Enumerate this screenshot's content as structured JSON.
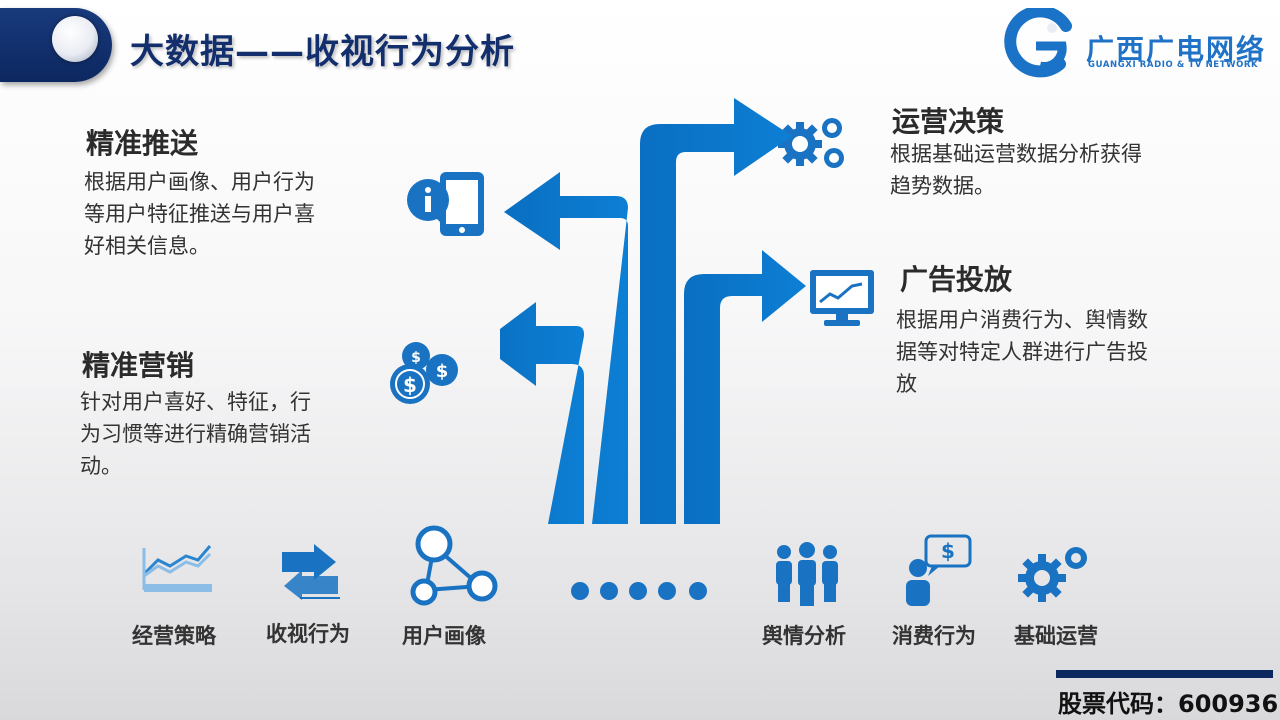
{
  "header": {
    "title": "大数据——收视行为分析",
    "logo_text": "广西广电网络",
    "logo_subtext": "GUANGXI RADIO & TV NETWORK"
  },
  "sections": {
    "precise_push": {
      "heading": "精准推送",
      "lines": [
        "根据用户画像、用户行为",
        "等用户特征推送与用户喜",
        "好相关信息。"
      ],
      "icon": "mobile-info-icon"
    },
    "precise_marketing": {
      "heading": "精准营销",
      "lines": [
        "针对用户喜好、特征，行",
        "为习惯等进行精确营销活",
        "动。"
      ],
      "icon": "dollar-coins-icon"
    },
    "operation_decision": {
      "heading": "运营决策",
      "lines": [
        "根据基础运营数据分析获得",
        "趋势数据。"
      ],
      "icon": "gears-icon"
    },
    "ad_placement": {
      "heading": "广告投放",
      "lines": [
        "根据用户消费行为、舆情数",
        "据等对特定人群进行广告投",
        "放"
      ],
      "icon": "monitor-chart-icon"
    }
  },
  "bottom_items": [
    {
      "label": "经营策略",
      "icon": "trend-chart-icon"
    },
    {
      "label": "收视行为",
      "icon": "exchange-arrows-icon"
    },
    {
      "label": "用户画像",
      "icon": "network-nodes-icon"
    },
    {
      "label": "舆情分析",
      "icon": "people-group-icon"
    },
    {
      "label": "消费行为",
      "icon": "person-speech-dollar-icon"
    },
    {
      "label": "基础运营",
      "icon": "gears-icon"
    }
  ],
  "footer": {
    "stock_code": "股票代码：600936"
  },
  "colors": {
    "arrow_blue": "#0a73c6",
    "icon_blue": "#1a73c2",
    "navy": "#132e6c"
  }
}
